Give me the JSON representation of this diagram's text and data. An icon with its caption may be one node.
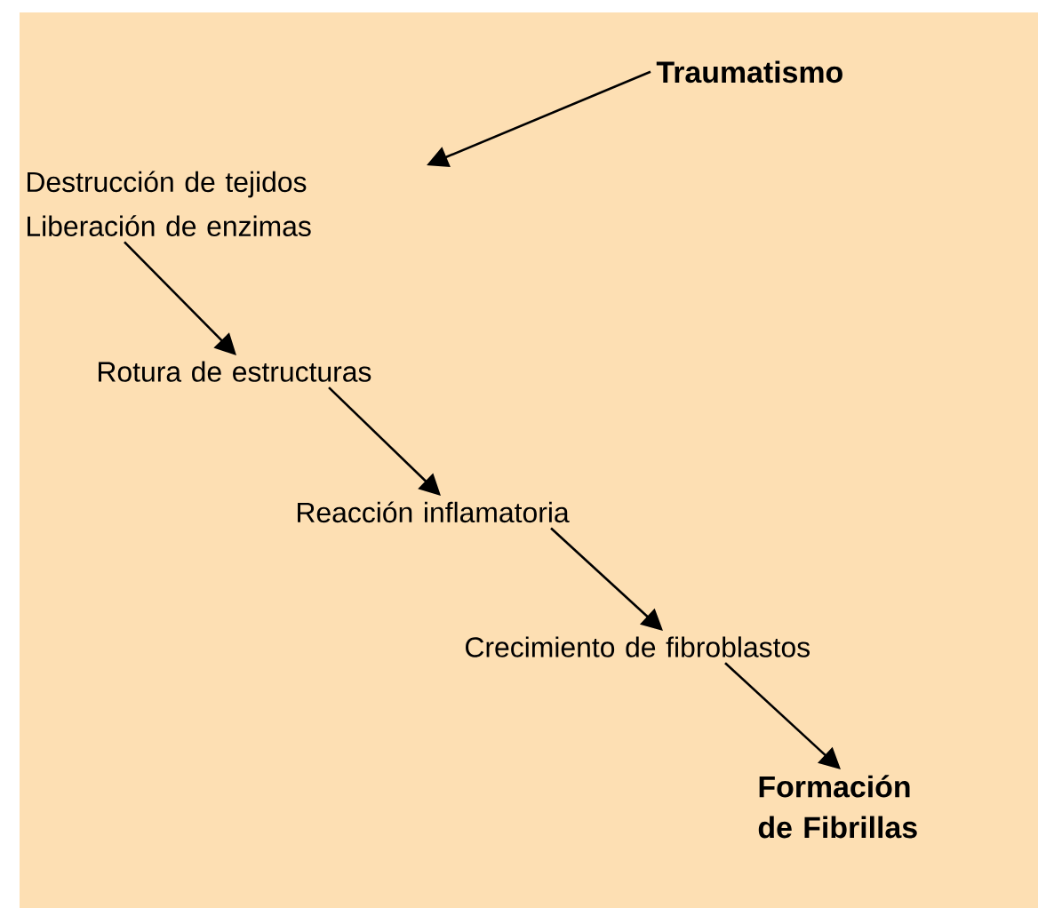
{
  "diagram": {
    "nodes": [
      {
        "text": [
          "Traumatismo"
        ]
      },
      {
        "text": [
          "Destrucción de tejidos Liberación de enzimas"
        ]
      },
      {
        "text": [
          "Rotura de estructuras"
        ]
      },
      {
        "text": [
          "Reacción inflamatoria"
        ]
      },
      {
        "text": [
          "Crecimiento de fibroblastos"
        ]
      },
      {
        "text": [
          "Formación de Fibrillas"
        ]
      }
    ],
    "edges": [
      {
        "from": 0,
        "to": 1,
        "arrow": "to"
      },
      {
        "from": 1,
        "to": 2,
        "arrow": "to"
      },
      {
        "from": 2,
        "to": 3,
        "arrow": "to"
      },
      {
        "from": 3,
        "to": 4,
        "arrow": "to"
      },
      {
        "from": 4,
        "to": 5,
        "arrow": "to"
      }
    ]
  }
}
